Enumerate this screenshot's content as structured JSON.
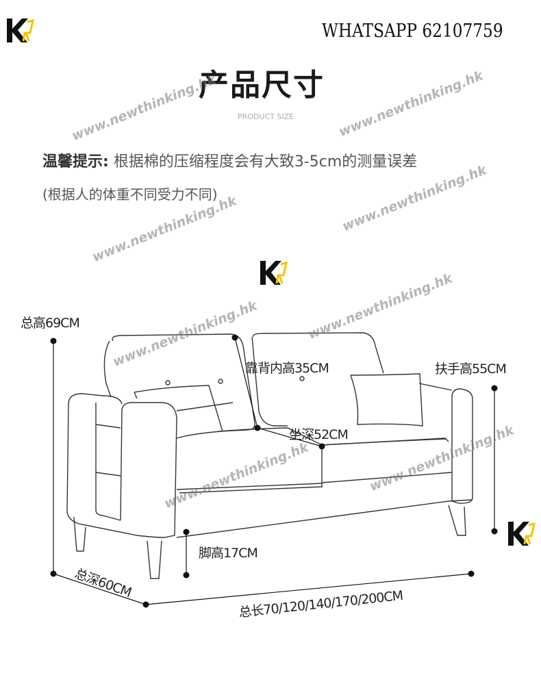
{
  "header": {
    "brand_logo": "K",
    "whatsapp": "WHATSAPP 62107759"
  },
  "title": {
    "main": "产品尺寸",
    "sub": "PRODUCT SIZE"
  },
  "tip": {
    "label": "温馨提示:",
    "text": "根据棉的压缩程度会有大致3-5cm的测量误差",
    "note": "(根据人的体重不同受力不同)"
  },
  "watermark": "www.newthinking.hk",
  "dimensions": {
    "total_height": "总高69CM",
    "backrest_height": "靠背内高35CM",
    "armrest_height": "扶手高55CM",
    "seat_depth": "坐深52CM",
    "leg_height": "脚高17CM",
    "total_depth": "总深60CM",
    "total_length": "总长70/120/140/170/200CM"
  },
  "colors": {
    "logo_yellow": "#f5c400",
    "line": "#222222"
  }
}
